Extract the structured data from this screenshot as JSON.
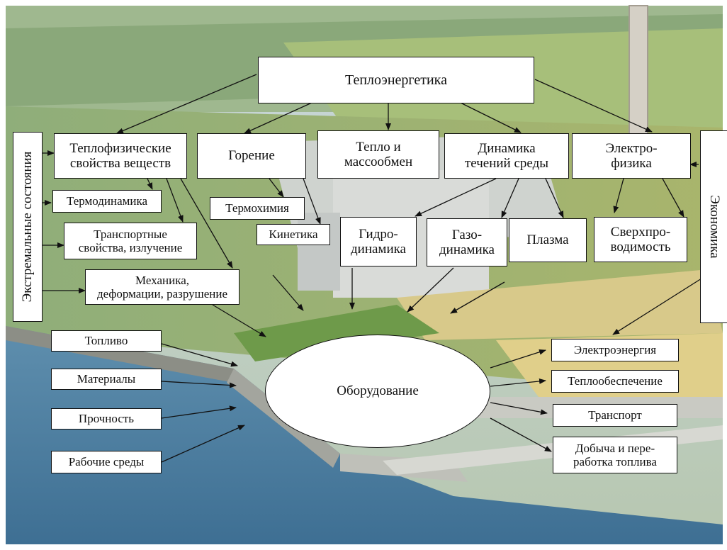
{
  "diagram": {
    "root": "Теплоэнергетика",
    "left_vertical": "Экстремальные состояния",
    "right_vertical": "Экономика",
    "thermophysical": [
      "Теплофизические",
      "свойства веществ"
    ],
    "combustion": "Горение",
    "heat_mass": [
      "Тепло и",
      "массообмен"
    ],
    "flow_dynamics": [
      "Динамика",
      "течений среды"
    ],
    "electrophysics": [
      "Электро-",
      "физика"
    ],
    "thermodynamics": "Термодинамика",
    "transport_props": [
      "Транспортные",
      "свойства, излучение"
    ],
    "mechanics": [
      "Механика,",
      "деформации, разрушение"
    ],
    "thermochemistry": "Термохимия",
    "kinetics": "Кинетика",
    "hydrodynamics": [
      "Гидро-",
      "динамика"
    ],
    "gasdynamics": [
      "Газо-",
      "динамика"
    ],
    "plasma": "Плазма",
    "superconductivity": [
      "Сверхпро-",
      "водимость"
    ],
    "equipment": "Оборудование",
    "inputs": [
      "Топливо",
      "Материалы",
      "Прочность",
      "Рабочие среды"
    ],
    "outputs": {
      "electric": "Электроэнергия",
      "heat": "Теплообеспечение",
      "transport": "Транспорт",
      "fuel": [
        "Добыча и пере-",
        "работка топлива"
      ]
    }
  }
}
